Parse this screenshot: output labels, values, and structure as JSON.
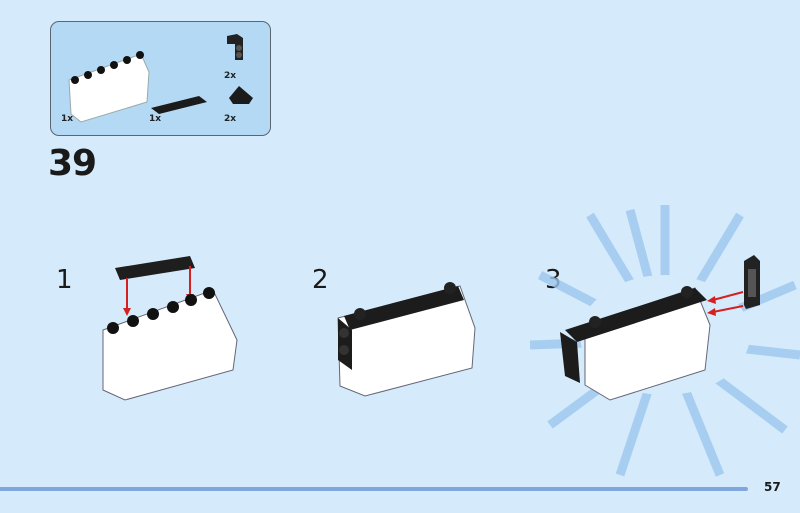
{
  "parts_list": {
    "items": [
      {
        "name": "windscreen",
        "quantity": "1x"
      },
      {
        "name": "tile",
        "quantity": "1x"
      },
      {
        "name": "bracket",
        "quantity": "2x"
      },
      {
        "name": "slope",
        "quantity": "2x"
      }
    ]
  },
  "step": {
    "number": "39",
    "substeps": [
      "1",
      "2",
      "3"
    ]
  },
  "page": {
    "number": "57"
  },
  "colors": {
    "background": "#d5ebfb",
    "parts_box": "#b4d9f4",
    "arrow": "#d42020",
    "bar": "#7fa7dd"
  }
}
